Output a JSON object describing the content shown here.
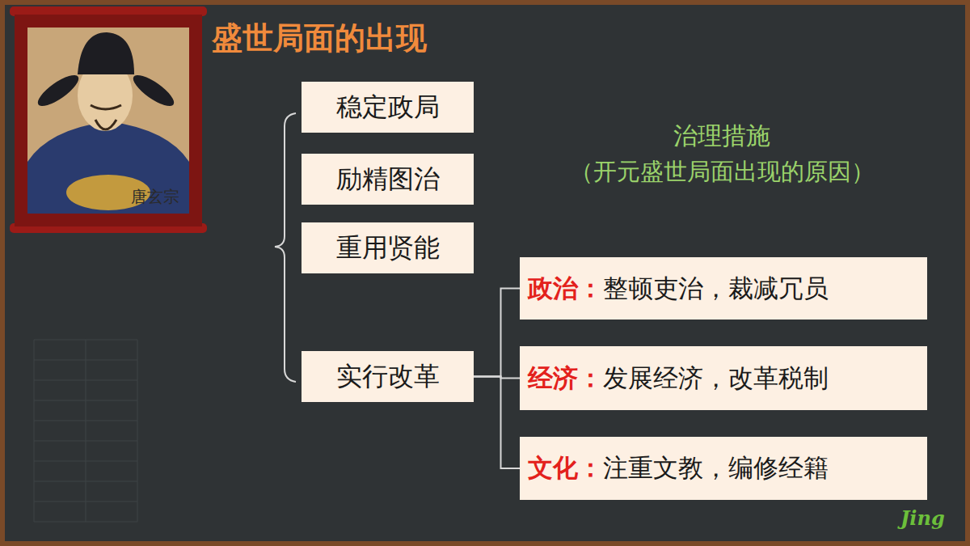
{
  "diagram": {
    "title": "盛世局面的出现",
    "nodes": [
      {
        "text": [
          "稳定政局"
        ]
      },
      {
        "text": [
          "励精图治"
        ]
      },
      {
        "text": [
          "重用贤能"
        ]
      },
      {
        "text": [
          "实行改革"
        ]
      },
      {
        "text": [
          "政治：",
          "整顿吏治，裁减冗员"
        ]
      },
      {
        "text": [
          "经济：",
          "发展经济，改革税制"
        ]
      },
      {
        "text": [
          "文化：",
          "注重文教，编修经籍"
        ]
      }
    ],
    "edges": [
      {
        "from": 3,
        "to": 4,
        "arrow": "none"
      },
      {
        "from": 3,
        "to": 5,
        "arrow": "none"
      },
      {
        "from": 3,
        "to": 6,
        "arrow": "none"
      }
    ],
    "labels": [
      "唐玄宗",
      "治理措施",
      "（开元盛世局面出现的原因）",
      "Jing"
    ]
  }
}
